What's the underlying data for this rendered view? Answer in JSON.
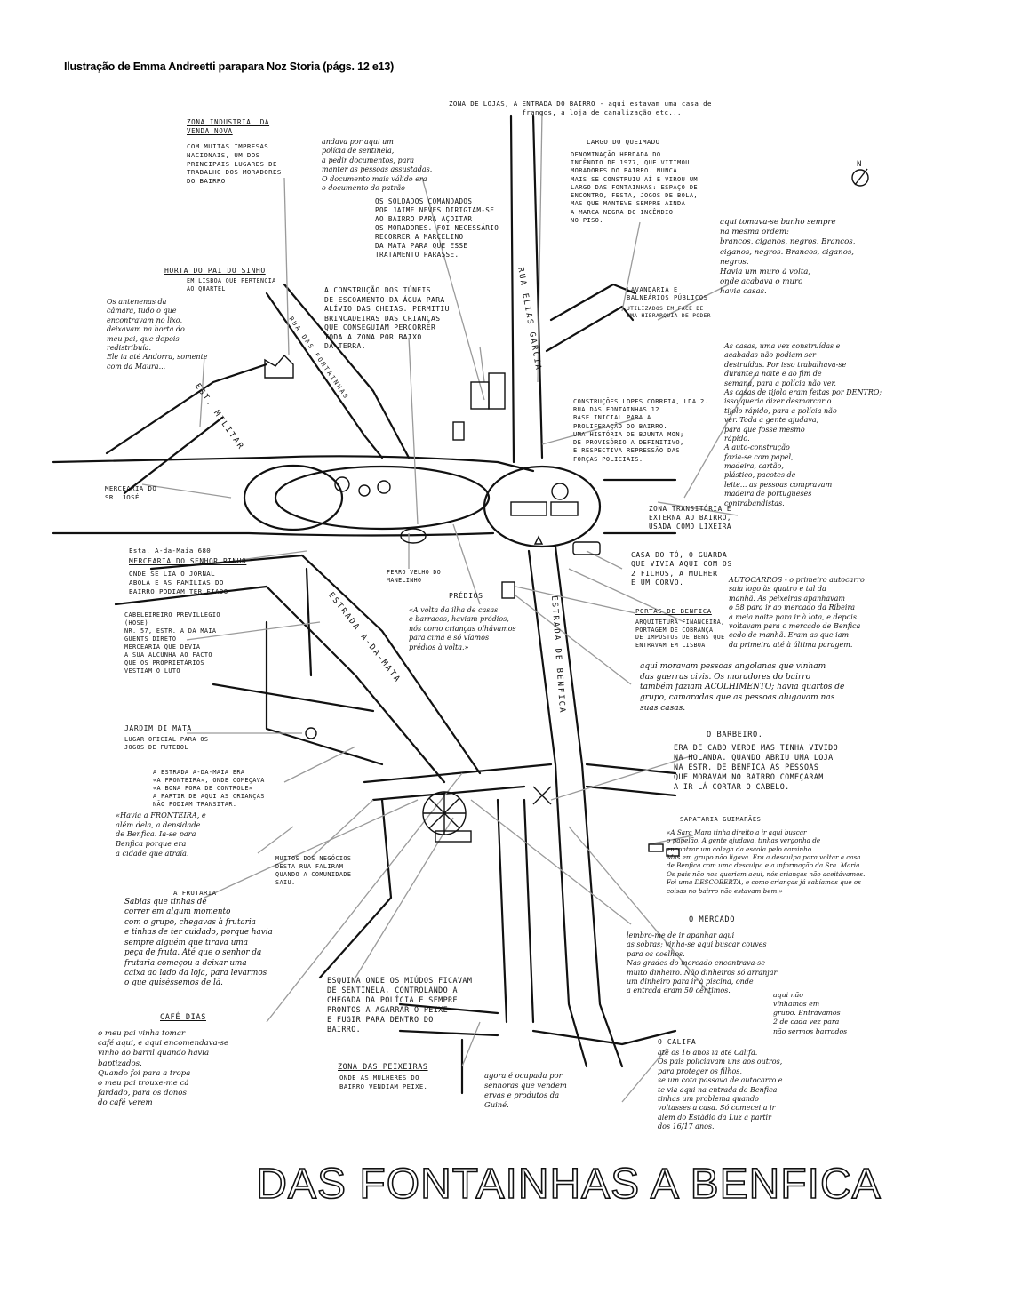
{
  "credit": "Ilustração de Emma Andreetti parapara Noz Storia (págs. 12 e13)",
  "title": "DAS FONTAINHAS A BENFICA",
  "compass": "N",
  "streets": {
    "rua_elias_garcia": "RUA ELIAS GARCIA",
    "rua_das_fontainhas": "RUA DAS FONTAINHAS",
    "est_militar": "EST. MILITAR",
    "estrada_da_mata": "ESTRADA A-DA-MATA",
    "estrada_de_benfica": "ESTRADA DE BENFICA"
  },
  "annotations": {
    "zona_lojas": "ZONA DE LOJAS, A ENTRADA DO BAIRRO - aqui estavam uma casa de\n                 frangos, a loja de canalização etc...",
    "zona_industrial_head": "ZONA INDUSTRIAL DA\nVENDA NOVA",
    "zona_industrial_body": "COM MUITAS IMPRESAS\nNACIONAIS, UM DOS\nPRINCIPAIS LUGARES DE\nTRABALHO DOS MORADORES\nDO BAIRRO",
    "policia": "andava por aqui um\npolícia de sentinela,\na pedir documentos, para\nmanter as pessoas assustadas.\nO documento mais válido era\no documento do patrão",
    "soldados": "OS SOLDADOS COMANDADOS\nPOR JAIME NEVES DIRIGIAM-SE\nAO BAIRRO PARA AÇOITAR\nOS MORADORES. FOI NECESSÁRIO\nRECORRER A MARCELINO\nDA MATA PARA QUE ESSE\nTRATAMENTO PARASSE.",
    "largo_head": "LARGO DO QUEIMADO",
    "largo_body": "DENOMINAÇÃO HERDADA DO\nINCÊNDIO DE 1977, QUE VITIMOU\nMORADORES DO BAIRRO. NUNCA\nMAIS SE CONSTRUIU AÍ E VIROU UM\nLARGO DAS FONTAINHAS: ESPAÇO DE\nENCONTRO, FESTA, JOGOS DE BOLA,\nMAS QUE MANTEVE SEMPRE AINDA\nA MARCA NEGRA DO INCÊNDIO\nNO PISO.",
    "banho": "aqui tomava-se banho sempre\nna mesma ordem:\nbrancos, ciganos, negros. Brancos,\nciganos, negros. Brancos, ciganos,\nnegros.\nHavia um muro à volta,\nonde acabava o muro\nhavia casas.",
    "horta_head": "HORTA DO PAI DO SINHO",
    "horta_body": "EM LISBOA QUE PERTENCIA\nAO QUARTEL",
    "antenas": "Os antenenas da\ncâmara, tudo o que\nencontravam no lixo,\ndeixavam na horta do\nmeu pai, que depois\nredistribuía.\nEle ia até Andorra, somente\ncom da Maura...",
    "tuneis": "A CONSTRUÇÃO DOS TÚNEIS\nDE ESCOAMENTO DA ÁGUA PARA\nALÍVIO DAS CHEIAS. PERMITIU\nBRINCADEIRAS DAS CRIANÇAS\nQUE CONSEGUIAM PERCORRER\nTODA A ZONA POR BAIXO\nDA TERRA.",
    "lavandaria_head": "LAVANDARIA E\nBALNEÁRIOS PÚBLICOS",
    "lavandaria_body": "UTILIZADOS EM FACE DE\nUMA HIERARQUIA DE PODER",
    "casas": "As casas, uma vez construídas e\nacabadas não podiam ser\ndestruídas. Por isso trabalhava-se\ndurante a noite e ao fim de\nsemana, para a polícia não ver.\nAs casas de tijolo eram feitas por DENTRO;\nisso queria dizer desmarcar o\ntijolo rápido, para a polícia não\nver. Toda a gente ajudava,\npara que fosse mesmo\nrápido.\nA auto-construção\nfazia-se com papel,\nmadeira, cartão,\nplástico, pacotes de\nleite... as pessoas compravam\nmadeira de portugueses\ncontrabandistas.",
    "construcoes": "Construções Lopes Correia, Lda 2.\nRua das Fontainhas 12\nBASE INICIAL PARA A\nPROLIFERAÇÃO DO BAIRRO.\nUMA HISTÓRIA DE BJUNTA MON;\nDE PROVISÓRIO A DEFINITIVO,\nE RESPECTIVA REPRESSÃO DAS\nFORÇAS POLICIAIS.",
    "mercearia_jose": "MERCEARIA DO\nSR. JOSÉ",
    "zona_transitoria": "ZONA TRANSITÓRIA E\nEXTERNA AO BAIRRO,\nUSADA COMO LIXEIRA",
    "pinho_sub": "Esta. A-da-Maia 680",
    "pinho_head": "MERCEARIA DO SENHOR PINHO",
    "pinho_body": "ONDE SE LIA O JORNAL\nABOLA E AS FAMÍLIAS DO\nBAIRRO PODIAM TER FIADO",
    "ferro": "FERRO VELHO DO\nMANELINHO",
    "to": "CASA DO TÓ, O GUARDA\nQUE VIVIA AQUI COM OS\n2 FILHOS, A MULHER\nE UM CORVO.",
    "autocarros": "AUTOCARROS - o primeiro autocarro\nsaía logo às quatro e tal da\nmanhã. As peixeiras apanhavam\no 58 para ir ao mercado da Ribeira\nà meia noite para ir à lota, e depois\nvoltavam para o mercado de Benfica\ncedo de manhã. Eram as que iam\nda primeira até à última paragem.",
    "portas_head": "PORTAS DE BENFICA",
    "portas_body": "ARQUITETURA FINANCEIRA,\nPORTAGEM DE COBRANÇA\nDE IMPOSTOS DE BENS QUE\nENTRAVAM EM LISBOA.",
    "cabeleireiro": "CABELEIREIRO PREVILLEGIO\n(HOSE)\nNR. 57, ESTR. A DA MAIA\nGUENTS DIRETO\nMERCEARIA QUE DEVIA\nA SUA ALCUNHA AO FACTO\nQUE OS PROPRIETÁRIOS\nVESTIAM O LUTO",
    "predios_head": "PRÉDIOS",
    "predios_body": "«A volta da ilha de casas\ne barracos, haviam prédios,\nnós como crianças olhávamos\npara cima e só víamos\nprédios à volta.»",
    "angolanas": "aqui moravam pessoas angolanas que vinham\ndas guerras civis. Os moradores do bairro\ntambém faziam ACOLHIMENTO; havia quartos de\ngrupo, camaradas que as pessoas alugavam nas\nsuas casas.",
    "jardim_head": "JARDIM DI MATA",
    "jardim_body": "LUGAR OFICIAL PARA OS\nJOGOS DE FUTEBOL",
    "barbeiro_head": "O BARBEIRO.",
    "barbeiro_body": "ERA DE CABO VERDE MAS TINHA VIVIDO\nNA HOLANDA. QUANDO ABRIU UMA LOJA\nNA ESTR. DE BENFICA AS PESSOAS\nQUE MORAVAM NO BAIRRO COMEÇARAM\nA IR LÁ CORTAR O CABELO.",
    "fronteira": "A ESTRADA A-DA-MAIA ERA\n«A FRONTEIRA», ONDE COMEÇAVA\n«A BONA FORA DE CONTROLE»\nA PARTIR DE AQUI AS CRIANÇAS\nNÃO PODIAM TRANSITAR.",
    "havia_fronteira": "«Havia a FRONTEIRA, e\nalém dela, a densidade\nde Benfica. Ia-se para\nBenfica porque era\na cidade que atraía.",
    "negocios": "MUITOS DOS NEGÓCIOS\nDESTA RUA FALIRAM\nQUANDO A COMUNIDADE\nSAIU.",
    "sapataria_head": "SAPATARIA GUIMARÃES",
    "sapataria_body": "«A Sara Mara tinha direito a ir aqui buscar\no papelão. A gente ajudava, tinhas vergonha de\nencontrar um colega da escola pelo caminho.\nMas em grupo não ligava. Era a desculpa para voltar a casa\nde Benfica com uma desculpa e a informação da Sra. Maria.\nOs pais não nos queriam aqui, nós crianças não aceitávamos.\nFoi uma DESCOBERTA, e como crianças já sabíamos que os\ncoisas no bairro não estavam bem.»",
    "frutaria_head": "A FRUTARIA",
    "frutaria_body": "Sabias que tinhas de\ncorrer em algum momento\ncom o grupo, chegavas à frutaria\ne tinhas de ter cuidado, porque havia\nsempre alguém que tirava uma\npeça de fruta. Até que o senhor da\nfrutaria começou a deixar uma\ncaixa ao lado da loja, para levarmos\no que quiséssemos de lá.",
    "mercado_head": "O MERCADO",
    "mercado_body": "lembro-me de ir apanhar aqui\nas sobras; vinha-se aqui buscar couves\npara os coelhos.\nNas grades do mercado encontrava-se\nmuito dinheiro. Não dinheiros só arranjar\num dinheiro para ir à piscina, onde\na entrada eram 50 cêntimos.",
    "piscina": "aqui não\nvínhamos em\ngrupo. Entrávamos\n2 de cada vez para\nnão sermos barrados",
    "esquina": "ESQUINA ONDE OS MIÚDOS FICAVAM\nDE SENTINELA, CONTROLANDO A\nCHEGADA DA POLÍCIA E SEMPRE\nPRONTOS A AGARRAR O PEIXE\nE FUGIR PARA DENTRO DO\nBAIRRO.",
    "cafe_head": "CAFÉ DIAS",
    "cafe_body": "o meu pai vinha tomar\ncafé aqui, e aqui encomendava-se\nvinho ao barril quando havia\nbaptizados.\nQuando foi para a tropa\no meu pai trouxe-me cá\nfardado, para os donos\ndo café verem",
    "peixeiras_head": "ZONA DAS PEIXEIRAS",
    "peixeiras_body": "ONDE AS MULHERES DO\nBAIRRO VENDIAM PEIXE.",
    "guine": "agora é ocupada por\nsenhoras que vendem\nervas e produtos da\nGuiné.",
    "califa_head": "O CALIFA",
    "califa_body": "até os 16 anos ia até Califa.\nOs pais policiavam uns aos outros,\npara proteger os filhos,\nse um cota passava de autocarro e\nte via aqui na entrada de Benfica\ntinhas um problema quando\nvoltasses a casa. Só comecei a ir\nalém do Estádio da Luz a partir\ndos 16/17 anos."
  },
  "colors": {
    "ink": "#111111",
    "leader": "#9a9a9a",
    "paper": "#ffffff"
  }
}
